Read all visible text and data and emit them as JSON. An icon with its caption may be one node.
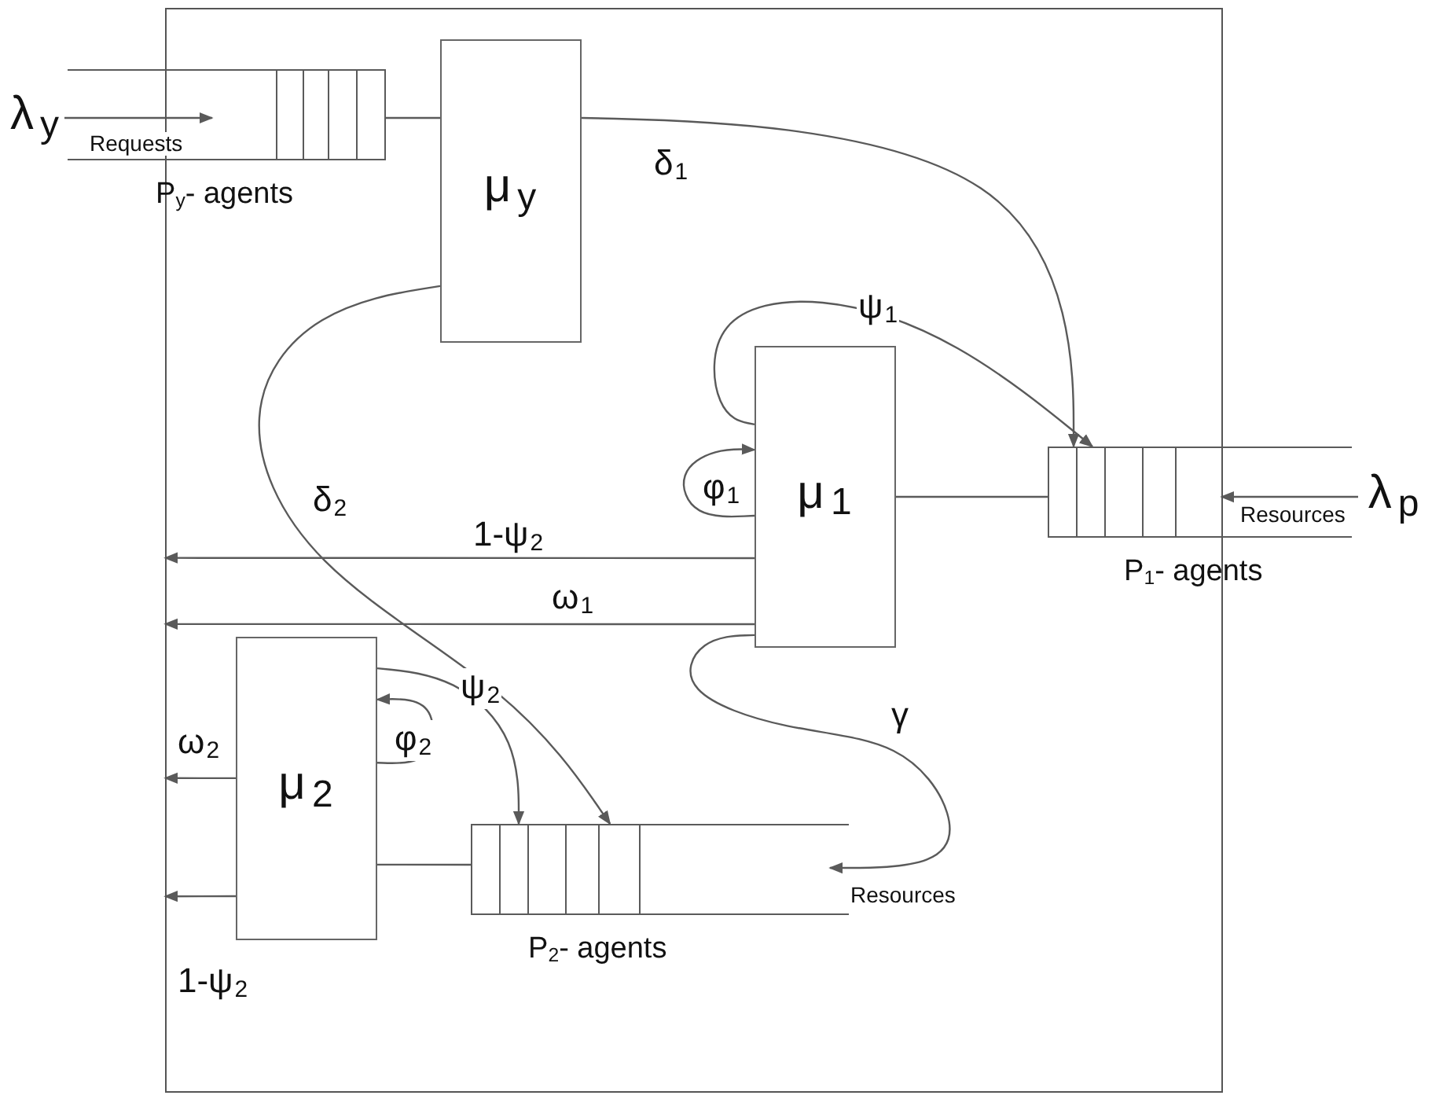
{
  "diagram": {
    "nodes": [
      {
        "text": [],
        "shape": "box"
      },
      {
        "text": [
          "λ$_{y}$"
        ]
      },
      {
        "text": [],
        "shape": "queue",
        "beside": [
          "P$_{y}$- agents"
        ]
      },
      {
        "text": [
          "μ$_{y}$"
        ],
        "in": 0
      },
      {
        "text": [
          "μ$_{1}$"
        ],
        "in": 0
      },
      {
        "text": [],
        "shape": "queue",
        "beside": [
          "P$_{1}$- agents"
        ]
      },
      {
        "text": [
          "λ$_{p}$"
        ]
      },
      {
        "text": [
          "μ$_{2}$"
        ],
        "in": 0
      },
      {
        "text": [],
        "shape": "queue",
        "in": 0,
        "beside": [
          "P$_{2}$- agents"
        ]
      }
    ],
    "edges": [
      {
        "from": 1,
        "to": 2,
        "arrow": "to",
        "label": "Requests"
      },
      {
        "from": 2,
        "to": 3,
        "arrow": "none"
      },
      {
        "from": 3,
        "to": 5,
        "arrow": "to",
        "label": "δ$_{1}$"
      },
      {
        "from": 3,
        "to": 8,
        "arrow": "to",
        "label": "δ$_{2}$"
      },
      {
        "from": 4,
        "to": 5,
        "arrow": "to",
        "label": "ψ$_{1}$"
      },
      {
        "from": 4,
        "to": 4,
        "arrow": "to",
        "label": "φ$_{1}$"
      },
      {
        "from": 5,
        "to": 4,
        "arrow": "none"
      },
      {
        "from": 6,
        "to": 5,
        "arrow": "to",
        "label": "Resources"
      },
      {
        "from": 4,
        "to": 0,
        "arrow": "to",
        "label": "1-ψ$_{2}$"
      },
      {
        "from": 4,
        "to": 0,
        "arrow": "to",
        "label": "ω$_{1}$"
      },
      {
        "from": 4,
        "to": 8,
        "arrow": "to",
        "label": "γ"
      },
      {
        "from": 7,
        "to": 7,
        "arrow": "to",
        "label": "φ$_{2}$"
      },
      {
        "from": 7,
        "to": 8,
        "arrow": "to",
        "label": "ψ$_{2}$"
      },
      {
        "from": 8,
        "to": 7,
        "arrow": "none"
      },
      {
        "from": 7,
        "to": 0,
        "arrow": "to",
        "label": "ω$_{2}$"
      },
      {
        "from": 7,
        "to": 0,
        "arrow": "to",
        "label": "1-ψ$_{2}$"
      }
    ],
    "labels": [
      "Resources"
    ]
  }
}
